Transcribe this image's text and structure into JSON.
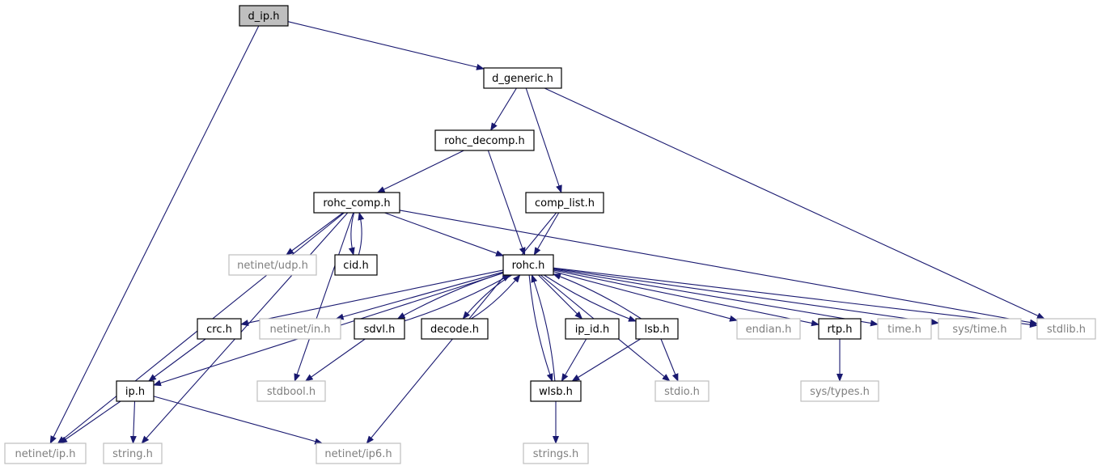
{
  "title": "",
  "colors": {
    "background": "#ffffff",
    "edge": "#191970",
    "node_border_documented": "#000000",
    "node_border_external": "#bfbfbf",
    "node_fill_root": "#bfbfbf",
    "node_fill": "#ffffff",
    "text_documented": "#000000",
    "text_external": "#7f7f7f"
  },
  "nodes": [
    {
      "id": "d_ip",
      "label": "d_ip.h",
      "kind": "root"
    },
    {
      "id": "d_generic",
      "label": "d_generic.h",
      "kind": "documented"
    },
    {
      "id": "rohc_decomp",
      "label": "rohc_decomp.h",
      "kind": "documented"
    },
    {
      "id": "rohc_comp",
      "label": "rohc_comp.h",
      "kind": "documented"
    },
    {
      "id": "comp_list",
      "label": "comp_list.h",
      "kind": "documented"
    },
    {
      "id": "netinet_udp",
      "label": "netinet/udp.h",
      "kind": "external"
    },
    {
      "id": "cid",
      "label": "cid.h",
      "kind": "documented"
    },
    {
      "id": "rohc",
      "label": "rohc.h",
      "kind": "documented"
    },
    {
      "id": "crc",
      "label": "crc.h",
      "kind": "documented"
    },
    {
      "id": "netinet_in",
      "label": "netinet/in.h",
      "kind": "external"
    },
    {
      "id": "sdvl",
      "label": "sdvl.h",
      "kind": "documented"
    },
    {
      "id": "decode",
      "label": "decode.h",
      "kind": "documented"
    },
    {
      "id": "ip_id",
      "label": "ip_id.h",
      "kind": "documented"
    },
    {
      "id": "lsb",
      "label": "lsb.h",
      "kind": "documented"
    },
    {
      "id": "endian",
      "label": "endian.h",
      "kind": "external"
    },
    {
      "id": "rtp",
      "label": "rtp.h",
      "kind": "documented"
    },
    {
      "id": "time",
      "label": "time.h",
      "kind": "external"
    },
    {
      "id": "sys_time",
      "label": "sys/time.h",
      "kind": "external"
    },
    {
      "id": "stdlib",
      "label": "stdlib.h",
      "kind": "external"
    },
    {
      "id": "ip",
      "label": "ip.h",
      "kind": "documented"
    },
    {
      "id": "stdbool",
      "label": "stdbool.h",
      "kind": "external"
    },
    {
      "id": "wlsb",
      "label": "wlsb.h",
      "kind": "documented"
    },
    {
      "id": "stdio",
      "label": "stdio.h",
      "kind": "external"
    },
    {
      "id": "sys_types",
      "label": "sys/types.h",
      "kind": "external"
    },
    {
      "id": "netinet_ip",
      "label": "netinet/ip.h",
      "kind": "external"
    },
    {
      "id": "string",
      "label": "string.h",
      "kind": "external"
    },
    {
      "id": "netinet_ip6",
      "label": "netinet/ip6.h",
      "kind": "external"
    },
    {
      "id": "strings",
      "label": "strings.h",
      "kind": "external"
    }
  ],
  "edges": [
    {
      "from": "d_ip",
      "to": "d_generic"
    },
    {
      "from": "d_ip",
      "to": "netinet_ip"
    },
    {
      "from": "d_generic",
      "to": "rohc_decomp"
    },
    {
      "from": "d_generic",
      "to": "comp_list"
    },
    {
      "from": "d_generic",
      "to": "stdlib"
    },
    {
      "from": "rohc_decomp",
      "to": "rohc_comp"
    },
    {
      "from": "rohc_decomp",
      "to": "rohc"
    },
    {
      "from": "rohc_comp",
      "to": "netinet_udp"
    },
    {
      "from": "rohc_comp",
      "to": "cid"
    },
    {
      "from": "cid",
      "to": "rohc_comp"
    },
    {
      "from": "rohc_comp",
      "to": "rohc"
    },
    {
      "from": "rohc_comp",
      "to": "stdlib"
    },
    {
      "from": "rohc_comp",
      "to": "stdbool"
    },
    {
      "from": "rohc_comp",
      "to": "netinet_ip"
    },
    {
      "from": "rohc_comp",
      "to": "string"
    },
    {
      "from": "comp_list",
      "to": "rohc"
    },
    {
      "from": "comp_list",
      "to": "netinet_ip6"
    },
    {
      "from": "rohc",
      "to": "ip"
    },
    {
      "from": "rohc",
      "to": "crc"
    },
    {
      "from": "rohc",
      "to": "netinet_in"
    },
    {
      "from": "rohc",
      "to": "sdvl"
    },
    {
      "from": "sdvl",
      "to": "rohc"
    },
    {
      "from": "rohc",
      "to": "decode"
    },
    {
      "from": "decode",
      "to": "rohc"
    },
    {
      "from": "rohc",
      "to": "ip_id"
    },
    {
      "from": "rohc",
      "to": "lsb"
    },
    {
      "from": "lsb",
      "to": "rohc"
    },
    {
      "from": "rohc",
      "to": "wlsb"
    },
    {
      "from": "wlsb",
      "to": "rohc"
    },
    {
      "from": "rohc",
      "to": "stdio"
    },
    {
      "from": "rohc",
      "to": "endian"
    },
    {
      "from": "rohc",
      "to": "rtp"
    },
    {
      "from": "rohc",
      "to": "time"
    },
    {
      "from": "rohc",
      "to": "sys_time"
    },
    {
      "from": "rohc",
      "to": "stdlib"
    },
    {
      "from": "crc",
      "to": "ip"
    },
    {
      "from": "sdvl",
      "to": "stdbool"
    },
    {
      "from": "ip_id",
      "to": "wlsb"
    },
    {
      "from": "lsb",
      "to": "wlsb"
    },
    {
      "from": "lsb",
      "to": "stdio"
    },
    {
      "from": "rtp",
      "to": "sys_types"
    },
    {
      "from": "ip",
      "to": "netinet_ip"
    },
    {
      "from": "ip",
      "to": "string"
    },
    {
      "from": "ip",
      "to": "netinet_ip6"
    },
    {
      "from": "wlsb",
      "to": "strings"
    }
  ]
}
